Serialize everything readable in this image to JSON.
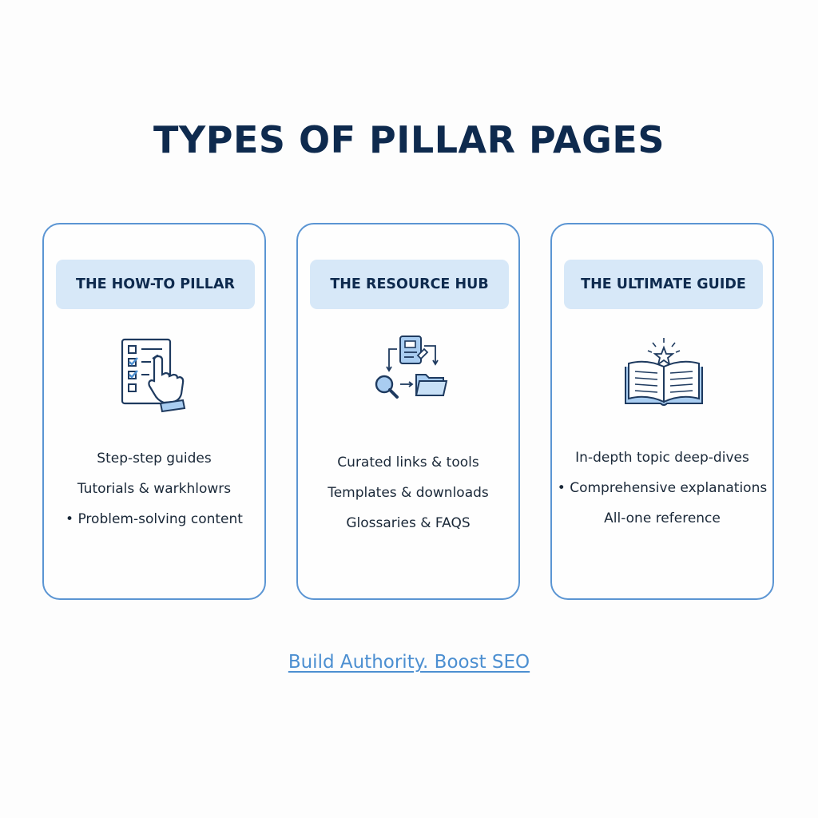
{
  "page": {
    "title": "TYPES OF PILLAR PAGES",
    "tagline": "Build Authority. Boost SEO"
  },
  "colors": {
    "title": "#0e2a4e",
    "card_border": "#5b95d3",
    "pill_background": "#d7e8f8",
    "icon_fill": "#a9cdf1",
    "icon_stroke": "#1e3a5f",
    "tagline": "#4c8fd1"
  },
  "cards": [
    {
      "heading": "THE HOW-TO PILLAR",
      "icon": "checklist-hand-icon",
      "bullets": [
        "Step-step guides",
        "Tutorials & warkhlowrs",
        "• Problem-solving content"
      ]
    },
    {
      "heading": "THE RESOURCE HUB",
      "icon": "resource-search-folder-icon",
      "bullets": [
        "Curated links & tools",
        "Templates & downloads",
        "Glossaries & FAQS"
      ]
    },
    {
      "heading": "THE ULTIMATE GUIDE",
      "icon": "open-book-star-icon",
      "bullets": [
        "In-depth topic deep-dives",
        "• Comprehensive explanations",
        "All-one reference"
      ]
    }
  ]
}
